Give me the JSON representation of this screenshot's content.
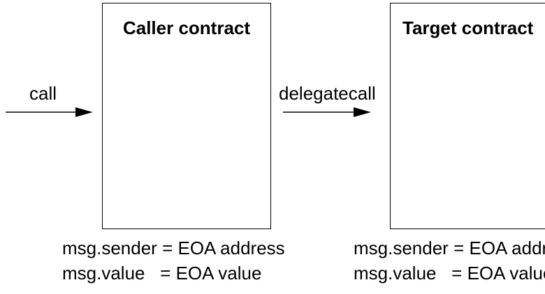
{
  "diagram": {
    "caller": {
      "title": "Caller contract",
      "context": {
        "sender_line": "msg.sender = EOA address",
        "value_line": "msg.value   = EOA value"
      }
    },
    "target": {
      "title": "Target contract",
      "context": {
        "sender_line": "msg.sender = EOA address",
        "value_line": "msg.value   = EOA value"
      }
    },
    "edges": [
      {
        "label": "call"
      },
      {
        "label": "delegatecall"
      }
    ],
    "colors": {
      "stroke": "#000000",
      "background": "#ffffff"
    }
  }
}
